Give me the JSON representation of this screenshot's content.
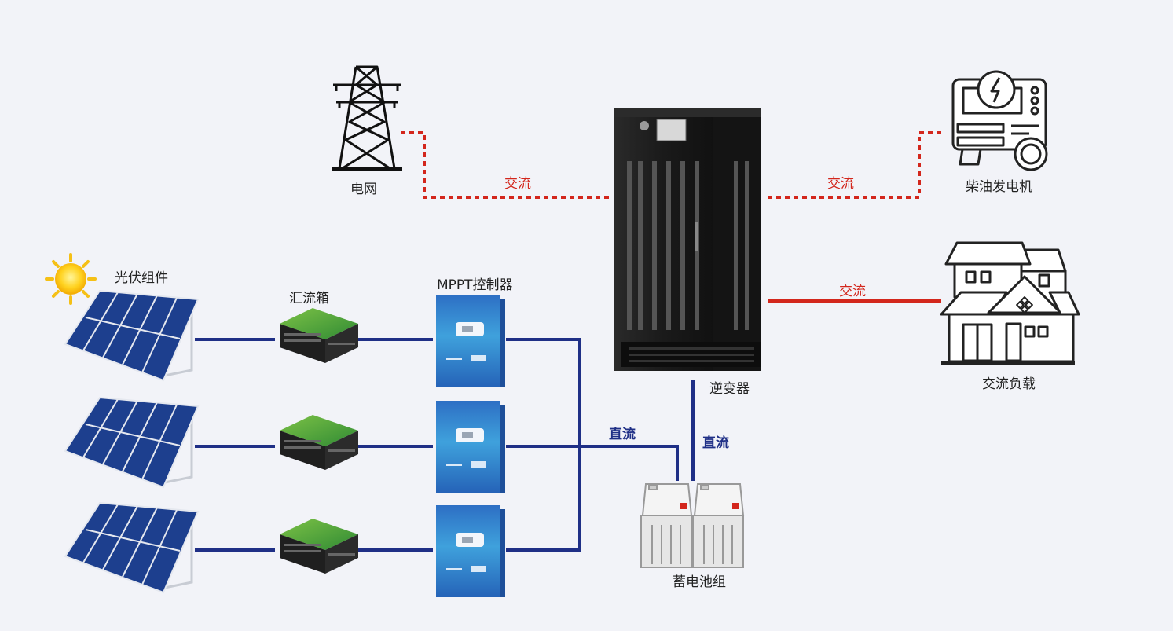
{
  "labels": {
    "grid": "电网",
    "diesel_generator": "柴油发电机",
    "pv_modules": "光伏组件",
    "combiner_box": "汇流箱",
    "mppt_controller": "MPPT控制器",
    "inverter": "逆变器",
    "ac_load": "交流负载",
    "battery_bank": "蓄电池组",
    "ac_grid_link": "交流",
    "ac_generator_link": "交流",
    "ac_load_link": "交流",
    "dc_mppt_link": "直流",
    "dc_inverter_link": "直流"
  },
  "colors": {
    "ac_line": "#d3261c",
    "dc_line": "#1f2f86",
    "panel_blue": "#1c3f8f",
    "combiner_green": "#3d9a3f",
    "mppt_blue": "#2a8fcf",
    "cabinet": "#1c1c1c"
  },
  "icons": [
    "transmission-tower-icon",
    "generator-icon",
    "house-icon",
    "sun-icon"
  ]
}
